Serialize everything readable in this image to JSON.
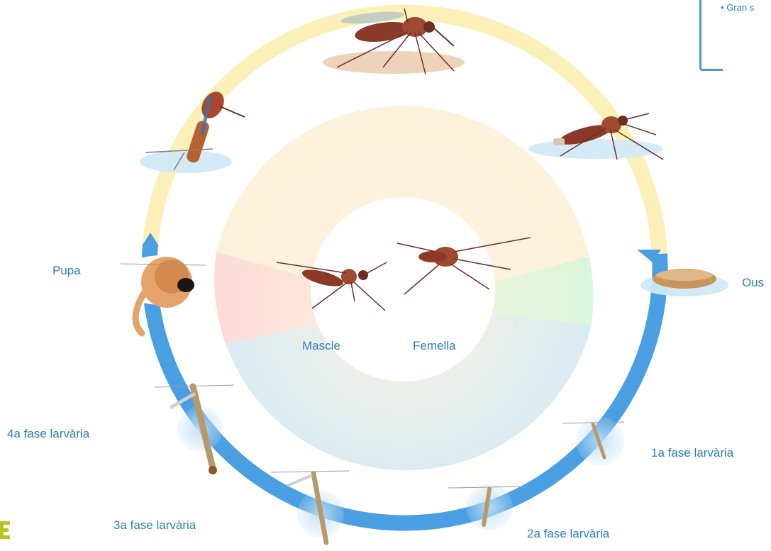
{
  "diagram": {
    "stages": {
      "pupa": "Pupa",
      "eggs": "Ous",
      "larva1": "1a fase larvària",
      "larva2": "2a fase larvària",
      "larva3": "3a fase larvària",
      "larva4": "4a fase larvària",
      "male": "Mascle",
      "female": "Femella"
    },
    "note_text": "Gran s",
    "colors": {
      "aquatic_ring": "#4a9fe3",
      "aerial_ring": "#fbf0b8",
      "label_text": "#2f7fb8",
      "mosquito_body": "#8b3a2a",
      "center_green": "#d6f5d8",
      "center_red": "#fbd6d0",
      "center_blue": "#cfe6f0",
      "logo": "#b9c41a"
    }
  }
}
